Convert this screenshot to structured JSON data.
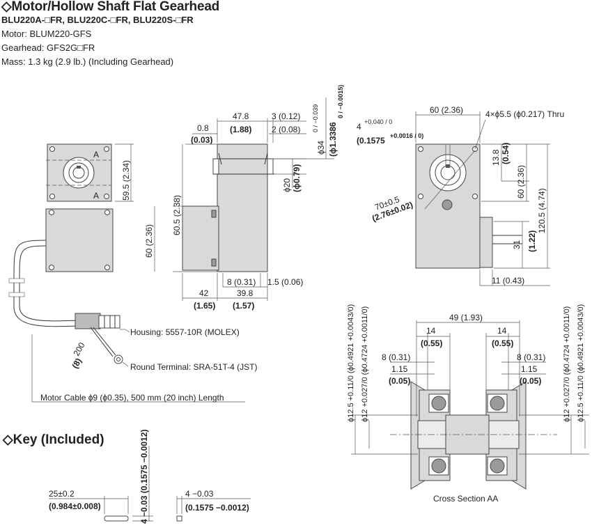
{
  "header": {
    "title": "◇Motor/Hollow Shaft Flat Gearhead",
    "models": "BLU220A-□FR, BLU220C-□FR, BLU220S-□FR",
    "motor": "Motor: BLUM220-GFS",
    "gearhead": "Gearhead: GFS2G□FR",
    "mass": "Mass: 1.3 kg (2.9 lb.) (Including Gearhead)"
  },
  "front_view": {
    "dim_height": "59.5 (2.34)",
    "dim_body": "60 (2.36)",
    "section_label": "A"
  },
  "callouts": {
    "housing": "Housing: 5557-10R (MOLEX)",
    "terminal": "Round Terminal: SRA-51T-4 (JST)",
    "cable": "Motor Cable ϕ9 (ϕ0.35), 500 mm (20 inch) Length",
    "cable_len": "200",
    "cable_len_in": "(8)"
  },
  "side_view": {
    "d_0_8": "0.8",
    "d_0_03": "(0.03)",
    "d_47_8": "47.8",
    "d_1_88": "(1.88)",
    "d_3": "3 (0.12)",
    "d_2": "2 (0.08)",
    "d_phi34": "ϕ34",
    "d_phi34_tol": "0 / −0.039",
    "d_phi1_3386": "(ϕ1.3386",
    "d_phi1_3386_tol": "0 / −0.0015)",
    "d_phi20": "ϕ20",
    "d_phi0_79": "(ϕ0.79)",
    "d_60_5": "60.5 (2.38)",
    "d_60": "60 (2.36)",
    "d_8": "8 (0.31)",
    "d_1_5": "1.5 (0.06)",
    "d_42": "42",
    "d_1_65": "(1.65)",
    "d_39_8": "39.8",
    "d_1_57": "(1.57)"
  },
  "right_view": {
    "d_60": "60 (2.36)",
    "d_4": "4",
    "d_4_tol": "+0.040 / 0",
    "d_0_1575": "(0.1575",
    "d_0_1575_tol": "+0.0016 / 0)",
    "d_holes": "4×ϕ5.5 (ϕ0.217) Thru",
    "d_13_8": "13.8",
    "d_0_54": "(0.54)",
    "d_60_v": "60 (2.36)",
    "d_120_5": "120.5 (4.74)",
    "d_70": "70±0.5",
    "d_2_76": "(2.76±0.02)",
    "d_31": "31",
    "d_1_22": "(1.22)",
    "d_11": "11 (0.43)"
  },
  "cross_section": {
    "caption": "Cross Section AA",
    "d_49": "49 (1.93)",
    "d_14": "14",
    "d_0_55": "(0.55)",
    "d_8": "8 (0.31)",
    "d_1_15": "1.15",
    "d_0_05": "(0.05)",
    "d_phi12_5": "ϕ12.5 +0.11/0 (ϕ0.4921 +0.0043/0)",
    "d_phi12": "ϕ12 +0.027/0 (ϕ0.4724 +0.0011/0)"
  },
  "key": {
    "title": "◇Key (Included)",
    "d_25": "25±0.2",
    "d_0_984": "(0.984±0.008)",
    "d_4": "4 −0.03",
    "d_0_1575": "(0.1575 −0.0012)",
    "d_4v": "4 −0.03 (0.1575 −0.0012)"
  }
}
